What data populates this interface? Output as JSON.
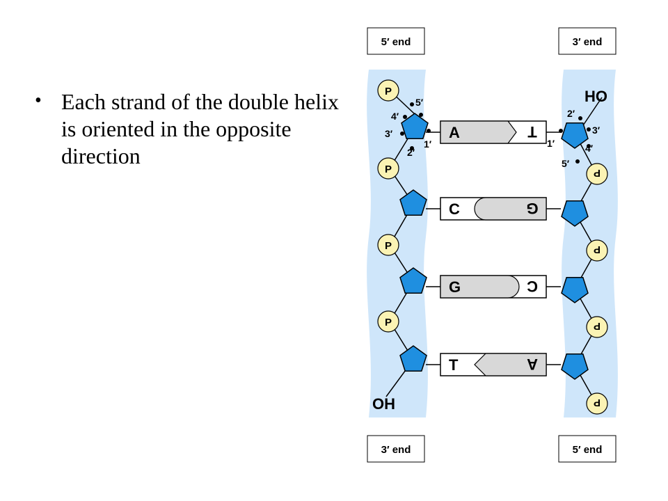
{
  "slide": {
    "bullet_glyph": "•",
    "bullet_text": "Each strand of the double helix is oriented in the opposite direction"
  },
  "diagram": {
    "colors": {
      "backbone": "#cfe6fa",
      "sugar": "#1f8fe0",
      "phosphate": "#fbf3b4",
      "base": "#d8d8d8",
      "ink": "#000000"
    },
    "labels": {
      "left_top": "5′ end",
      "right_top": "3′ end",
      "left_bottom": "3′ end",
      "right_bottom": "5′ end"
    },
    "left_strand": {
      "phosphates": [
        "P",
        "P",
        "P",
        "P"
      ],
      "terminal": "OH",
      "carbon_labels": [
        "5′",
        "4′",
        "3′",
        "2′",
        "1′"
      ]
    },
    "right_strand": {
      "phosphates": [
        "P",
        "P",
        "P",
        "P"
      ],
      "terminal": "HO",
      "carbon_labels": [
        "2′",
        "3′",
        "1′",
        "4′",
        "5′"
      ]
    },
    "base_pairs": [
      {
        "left": "A",
        "right": "T"
      },
      {
        "left": "C",
        "right": "G"
      },
      {
        "left": "G",
        "right": "C"
      },
      {
        "left": "T",
        "right": "A"
      }
    ]
  }
}
